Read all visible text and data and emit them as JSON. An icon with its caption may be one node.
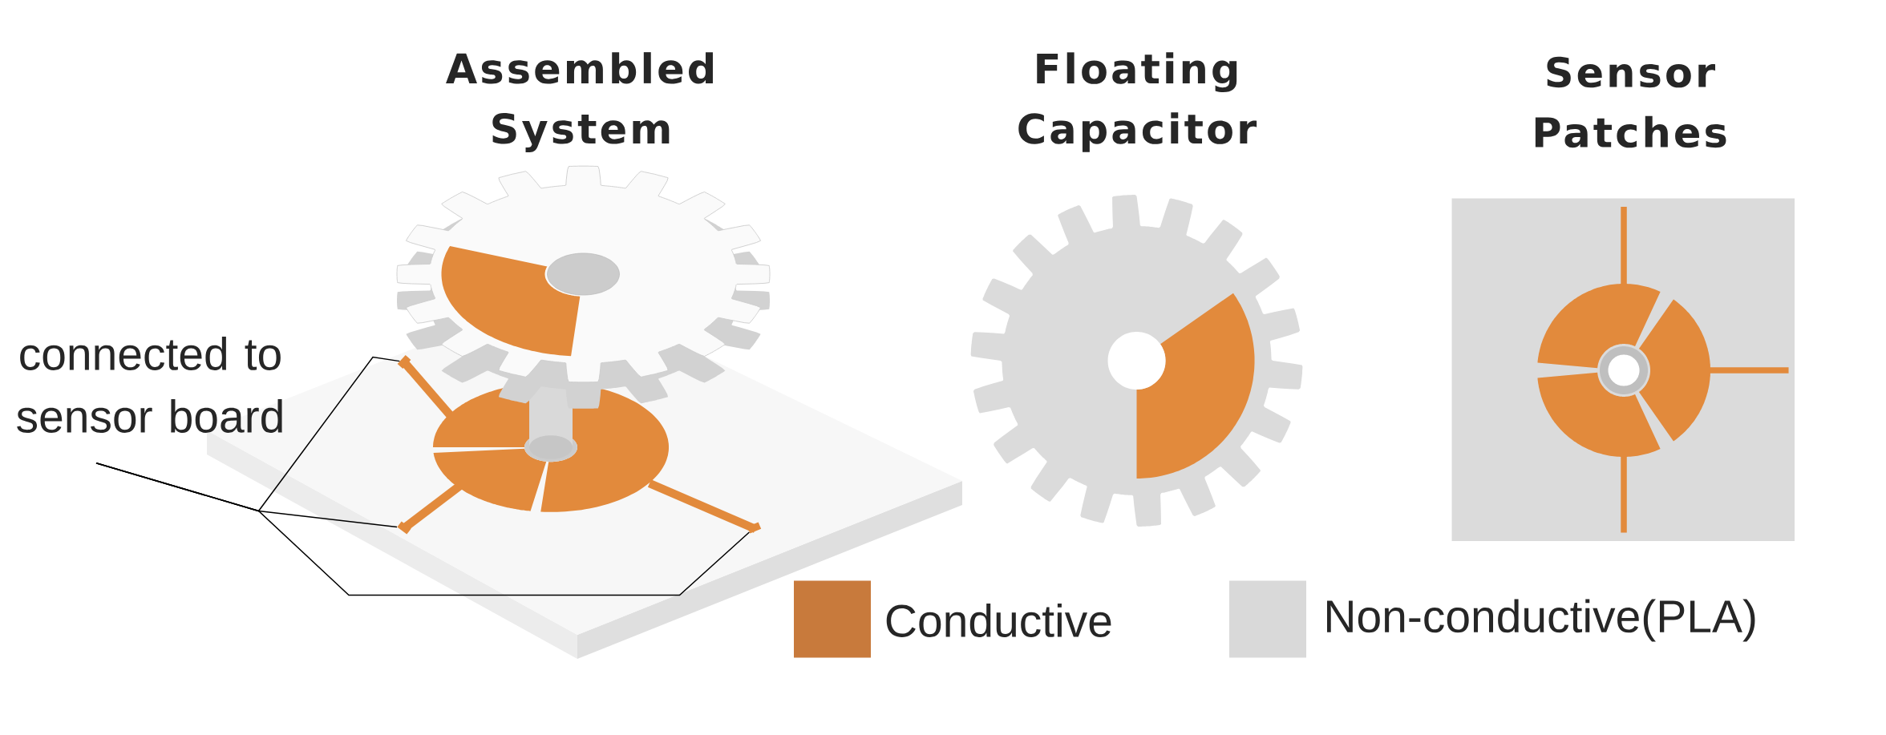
{
  "diagram": {
    "nodes": [
      {
        "text": [
          "connected to sensor board"
        ]
      },
      {
        "text": [],
        "shape": "bar"
      },
      {
        "text": [],
        "shape": "bar"
      },
      {
        "text": [],
        "shape": "bar"
      }
    ],
    "edges": [
      {
        "from": 0,
        "to": 1,
        "arrow": "none"
      },
      {
        "from": 0,
        "to": 2,
        "arrow": "none"
      },
      {
        "from": 0,
        "to": 3,
        "arrow": "none"
      }
    ],
    "labels": [
      "Assembled System",
      "Floating Capacitor",
      "Sensor Patches"
    ],
    "legend": [
      {
        "text": "Conductive",
        "color": "#c87a3c"
      },
      {
        "text": "Non-conductive(PLA)",
        "color": "#d9d9d9"
      }
    ]
  }
}
